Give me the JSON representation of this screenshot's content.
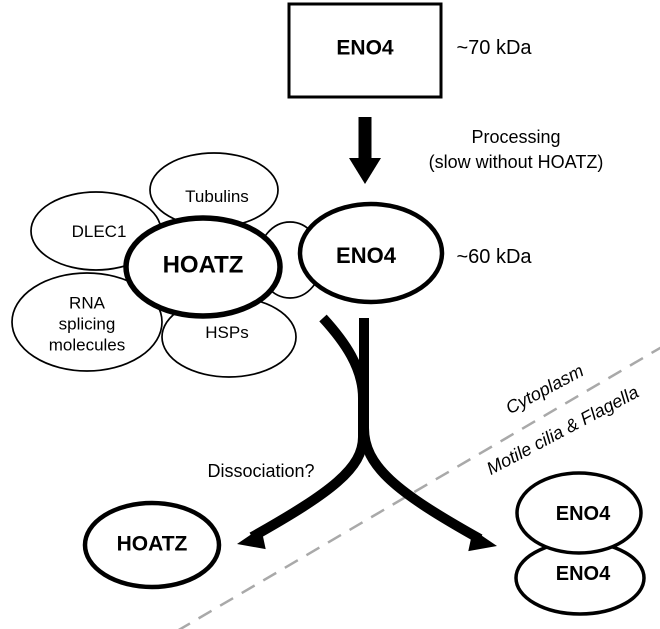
{
  "figure": {
    "precursor": {
      "label": "ENO4",
      "mass": "~70 kDa"
    },
    "processing": {
      "line1": "Processing",
      "line2": "(slow without HOATZ)"
    },
    "complex": {
      "core": "HOATZ",
      "partners": {
        "tubulins": "Tubulins",
        "dlec1": "DLEC1",
        "rna": "RNA splicing molecules",
        "hsps": "HSPs"
      }
    },
    "processed": {
      "label": "ENO4",
      "mass": "~60 kDa"
    },
    "dissociation": "Dissociation?",
    "compartments": {
      "cytoplasm": "Cytoplasm",
      "cilia": "Motile cilia & Flagella"
    },
    "free_hoatz": "HOATZ",
    "dimer": {
      "top": "ENO4",
      "bottom": "ENO4"
    }
  },
  "colors": {
    "ink": "#000000",
    "background": "#ffffff",
    "membrane": "#a9a9a9"
  }
}
